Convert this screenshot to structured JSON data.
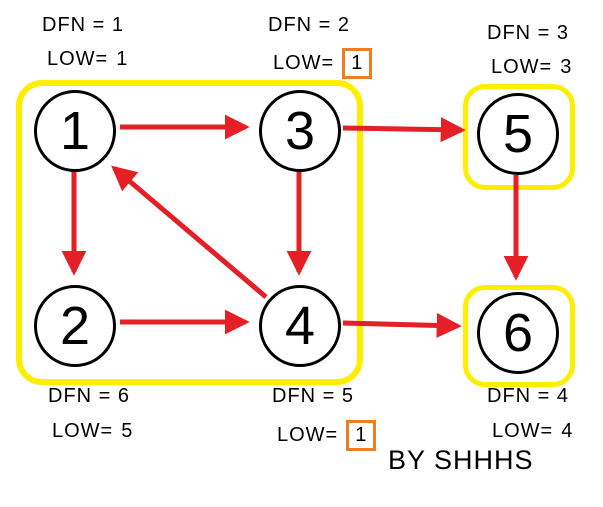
{
  "title": "Tarjan SCC graph diagram",
  "watermark": "BY SHHHS",
  "colors": {
    "arrow": "#e51f26",
    "group_outline": "#ffee00",
    "highlight_box": "#ec7f22",
    "node_border": "#000000"
  },
  "nodes": {
    "n1": {
      "label": "1",
      "dfn": "DFN = 1",
      "low_prefix": "LOW=",
      "low_value": "1",
      "low_boxed": false
    },
    "n2": {
      "label": "2",
      "dfn": "DFN = 6",
      "low_prefix": "LOW=",
      "low_value": "5",
      "low_boxed": false
    },
    "n3": {
      "label": "3",
      "dfn": "DFN = 2",
      "low_prefix": "LOW=",
      "low_value": "1",
      "low_boxed": true
    },
    "n4": {
      "label": "4",
      "dfn": "DFN = 5",
      "low_prefix": "LOW=",
      "low_value": "1",
      "low_boxed": true
    },
    "n5": {
      "label": "5",
      "dfn": "DFN = 3",
      "low_prefix": "LOW=",
      "low_value": "3",
      "low_boxed": false
    },
    "n6": {
      "label": "6",
      "dfn": "DFN = 4",
      "low_prefix": "LOW=",
      "low_value": "4",
      "low_boxed": false
    }
  },
  "edges": [
    {
      "from": "1",
      "to": "3"
    },
    {
      "from": "3",
      "to": "5"
    },
    {
      "from": "1",
      "to": "2"
    },
    {
      "from": "3",
      "to": "4"
    },
    {
      "from": "5",
      "to": "6"
    },
    {
      "from": "2",
      "to": "4"
    },
    {
      "from": "4",
      "to": "6"
    },
    {
      "from": "4",
      "to": "1"
    }
  ],
  "scc_groups": [
    [
      "1",
      "2",
      "3",
      "4"
    ],
    [
      "5"
    ],
    [
      "6"
    ]
  ]
}
